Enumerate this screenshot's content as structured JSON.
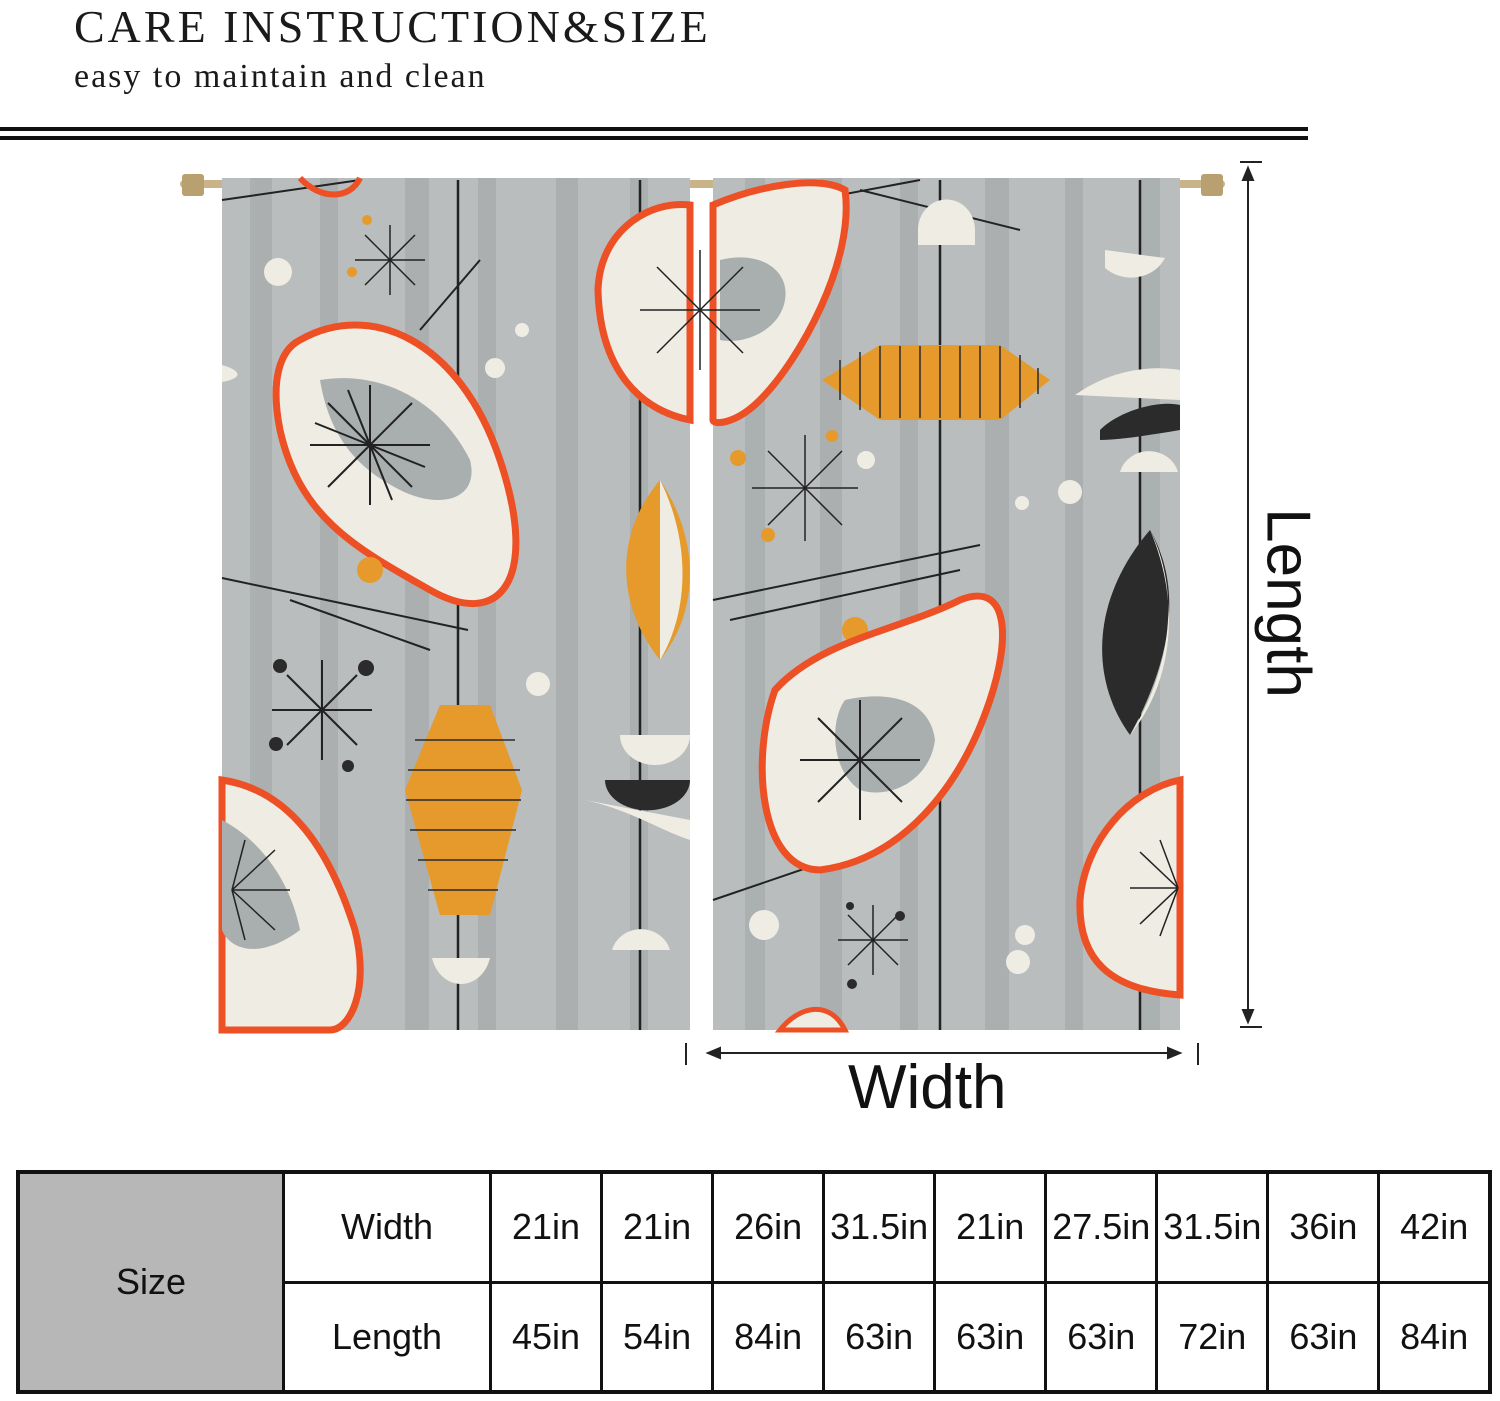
{
  "header": {
    "title": "CARE INSTRUCTION&SIZE",
    "subtitle": "easy to maintain and clean"
  },
  "diagram": {
    "width_label": "Width",
    "length_label": "Length",
    "colors": {
      "fabric": "#b9bdbd",
      "orange_red": "#ec5024",
      "mustard": "#e59a2b",
      "cream": "#efece4",
      "charcoal": "#2b2b2b"
    }
  },
  "size_table": {
    "label": "Size",
    "width_label": "Width",
    "length_label": "Length",
    "widths": [
      "21in",
      "21in",
      "26in",
      "31.5in",
      "21in",
      "27.5in",
      "31.5in",
      "36in",
      "42in"
    ],
    "lengths": [
      "45in",
      "54in",
      "84in",
      "63in",
      "63in",
      "63in",
      "72in",
      "63in",
      "84in"
    ]
  }
}
